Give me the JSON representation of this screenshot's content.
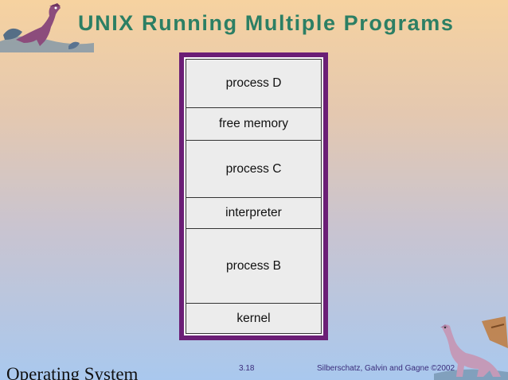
{
  "slide": {
    "title": "UNIX Running Multiple Programs",
    "footer_left": "Operating System",
    "page_number": "3.18",
    "copyright": "Silberschatz, Galvin and  Gagne ©2002"
  },
  "memory_layout": {
    "blocks": [
      {
        "label": "process D"
      },
      {
        "label": "free memory"
      },
      {
        "label": "process C"
      },
      {
        "label": "interpreter"
      },
      {
        "label": "process B"
      },
      {
        "label": "kernel"
      }
    ]
  },
  "colors": {
    "title": "#2c7f64",
    "frame": "#6b1e76",
    "block_fill": "#ececec"
  },
  "icons": {
    "top_left": "dinosaur-icon",
    "bottom_right": "dinosaur-icon"
  }
}
